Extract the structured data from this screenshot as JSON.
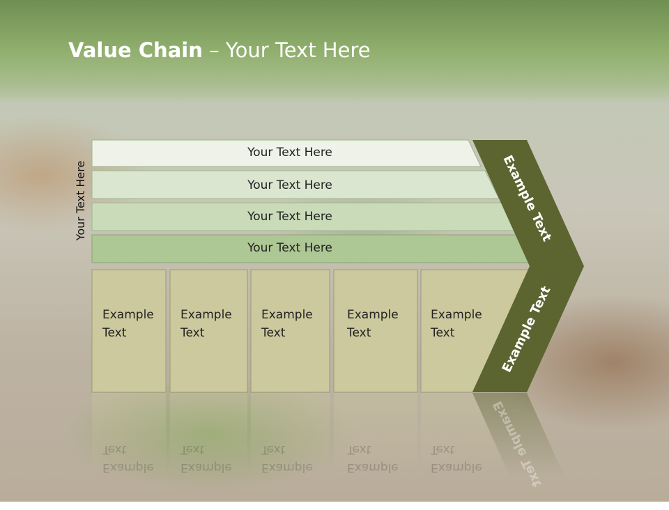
{
  "title": {
    "bold": "Value Chain",
    "rest": " – Your Text Here"
  },
  "side_label": "Your Text Here",
  "rows": [
    {
      "label": "Your Text Here"
    },
    {
      "label": "Your Text Here"
    },
    {
      "label": "Your Text Here"
    },
    {
      "label": "Your Text Here"
    }
  ],
  "boxes": [
    {
      "line1": "Example",
      "line2": "Text"
    },
    {
      "line1": "Example",
      "line2": "Text"
    },
    {
      "line1": "Example",
      "line2": "Text"
    },
    {
      "line1": "Example",
      "line2": "Text"
    },
    {
      "line1": "Example",
      "line2": "Text"
    }
  ],
  "chevron": {
    "upper": "Example Text",
    "lower": "Example Text"
  },
  "colors": {
    "row1": "#eef2e8",
    "row2": "#dbe6d0",
    "row3": "#c9dbb9",
    "row4": "#adc795",
    "box": "#ccc99e",
    "chevron": "#5c6430"
  }
}
